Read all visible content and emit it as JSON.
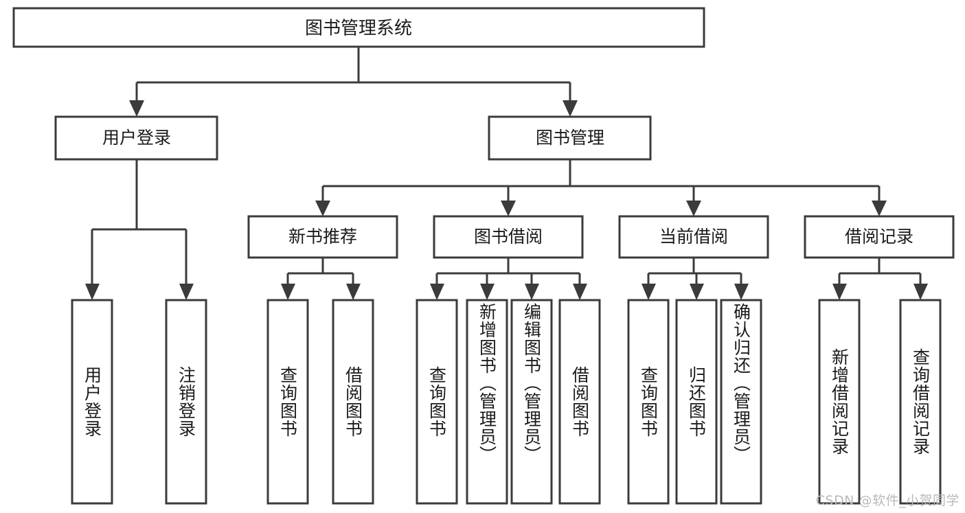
{
  "diagram": {
    "type": "tree",
    "title": "图书管理系统",
    "watermark": "CSDN @软件_小贺同学",
    "colors": {
      "stroke": "#3b3b3b",
      "fill": "#ffffff",
      "text": "#1a1a1a",
      "watermark": "#b9b9b9"
    },
    "root": {
      "label": "图书管理系统"
    },
    "level2": [
      {
        "label": "用户登录"
      },
      {
        "label": "图书管理"
      }
    ],
    "level3": [
      {
        "label": "新书推荐"
      },
      {
        "label": "图书借阅"
      },
      {
        "label": "当前借阅"
      },
      {
        "label": "借阅记录"
      }
    ],
    "leaves": {
      "user_login": [
        {
          "label": "用户登录"
        },
        {
          "label": "注销登录"
        }
      ],
      "new_book_recommend": [
        {
          "label": "查询图书"
        },
        {
          "label": "借阅图书"
        }
      ],
      "book_borrow": [
        {
          "label": "查询图书"
        },
        {
          "label": "新增图书（管理员）"
        },
        {
          "label": "编辑图书（管理员）"
        },
        {
          "label": "借阅图书"
        }
      ],
      "current_borrow": [
        {
          "label": "查询图书"
        },
        {
          "label": "归还图书"
        },
        {
          "label": "确认归还（管理员）"
        }
      ],
      "borrow_records": [
        {
          "label": "新增借阅记录"
        },
        {
          "label": "查询借阅记录"
        }
      ]
    }
  }
}
